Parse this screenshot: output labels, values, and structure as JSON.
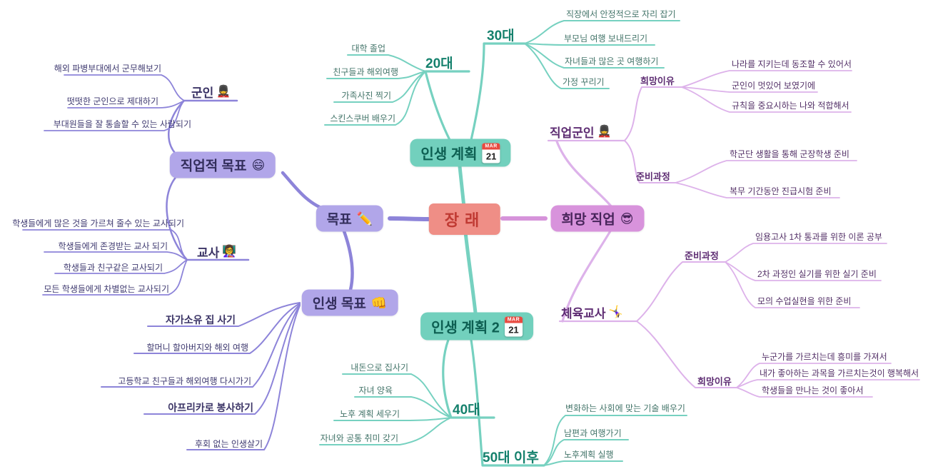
{
  "root": {
    "label": "장래"
  },
  "goals": {
    "label": "목표",
    "emoji": "✏️",
    "career": {
      "label": "직업적 목표",
      "emoji": "😄",
      "soldier": {
        "label": "군인",
        "emoji": "💂",
        "items": [
          "해외 파병부대에서 군무해보기",
          "떳떳한 군인으로 제대하기",
          "부대원들을 잘 통솔할 수 있는 사람되기"
        ]
      },
      "teacher": {
        "label": "교사",
        "emoji": "👩‍🏫",
        "items": [
          "학생들에게 많은 것을 가르쳐 줄수 있는 교사되기",
          "학생들에게 존경받는 교사 되기",
          "학생들과 친구같은 교사되기",
          "모든 학생들에게 차별없는 교사되기"
        ]
      }
    },
    "life": {
      "label": "인생 목표",
      "emoji": "👊",
      "items": [
        "자가소유 집 사기",
        "할머니 할아버지와 해외 여행",
        "고등학교 친구들과 해외여행 다시가기",
        "아프리카로 봉사하기",
        "후회 없는 인생살기"
      ]
    }
  },
  "hope": {
    "label": "희망 직업",
    "emoji": "😎",
    "soldier": {
      "label": "직업군인",
      "emoji": "💂",
      "reason": {
        "label": "희망이유",
        "items": [
          "나라를 지키는데 동조할 수 있어서",
          "군인이 멋있어 보였기에",
          "규칙을 중요시하는 나와 적합해서"
        ]
      },
      "prep": {
        "label": "준비과정",
        "items": [
          "학군단 생활을 통해 군장학생 준비",
          "복무 기간동안 진급시험 준비"
        ]
      }
    },
    "pe": {
      "label": "체육교사",
      "emoji": "🤸‍♀️",
      "prep": {
        "label": "준비과정",
        "items": [
          "임용고사 1차 통과를 위한 이론 공부",
          "2차 과정인 실기를 위한 실기 준비",
          "모의 수업실현을 위한 준비"
        ]
      },
      "reason": {
        "label": "희망이유",
        "items": [
          "누군가를 가르치는데 흥미를 가져서",
          "내가 좋아하는 과목을 가르치는것이 행복해서",
          "학생들을 만나는 것이 좋아서"
        ]
      }
    }
  },
  "plan1": {
    "label": "인생 계획",
    "calendar": {
      "month": "MAR",
      "day": "21"
    },
    "twenties": {
      "label": "20대",
      "items": [
        "대학 졸업",
        "친구들과 해외여행",
        "가족사진 찍기",
        "스킨스쿠버 배우기"
      ]
    },
    "thirties": {
      "label": "30대",
      "items": [
        "직장에서 안정적으로 자리 잡기",
        "부모님 여행 보내드리기",
        "자녀들과 많은 곳 여행하기",
        "가정 꾸리기"
      ]
    }
  },
  "plan2": {
    "label": "인생 계획 2",
    "calendar": {
      "month": "MAR",
      "day": "21"
    },
    "forties": {
      "label": "40대",
      "items": [
        "내돈으로 집사기",
        "자녀 양육",
        "노후 계획 세우기",
        "자녀와 공통 취미 갖기"
      ]
    },
    "fifties": {
      "label": "50대 이후",
      "items": [
        "변화하는 사회에 맞는 기술 배우기",
        "남편과 여행가기",
        "노후계획 실행"
      ]
    }
  },
  "colors": {
    "center_bg": "#ef8e86",
    "center_text": "#c03a33",
    "purple_line": "#8d84d9",
    "purple_pill": "#b1a6e9",
    "teal_line": "#76d1c0",
    "teal_pill": "#72d0bd",
    "magenta_pill": "#d893dc",
    "lavender_line": "#ddb2ea"
  }
}
